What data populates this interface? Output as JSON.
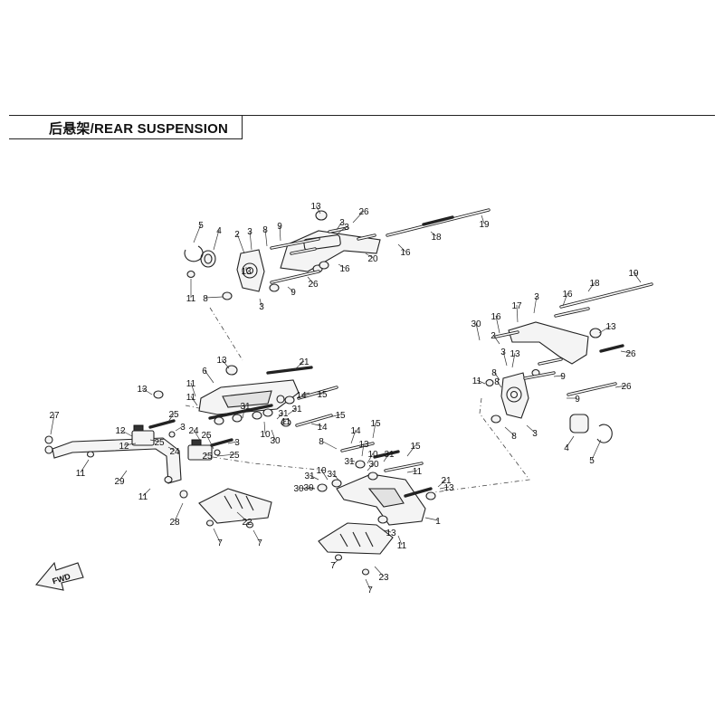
{
  "header": {
    "title": "后悬架/REAR SUSPENSION"
  },
  "fwd_label": "FWD",
  "callouts": [
    "5",
    "4",
    "2",
    "3",
    "8",
    "9",
    "13",
    "26",
    "3",
    "19",
    "18",
    "16",
    "16",
    "20",
    "3",
    "13",
    "9",
    "26",
    "11",
    "8",
    "3",
    "21",
    "6",
    "13",
    "13",
    "11",
    "11",
    "31",
    "14",
    "15",
    "31",
    "10",
    "30",
    "31",
    "11",
    "14",
    "15",
    "27",
    "12",
    "3",
    "25",
    "24",
    "25",
    "12",
    "24",
    "25",
    "25",
    "3",
    "25",
    "29",
    "11",
    "11",
    "28",
    "22",
    "7",
    "7",
    "14",
    "15",
    "8",
    "31",
    "13",
    "30",
    "10",
    "31",
    "15",
    "11",
    "10",
    "30",
    "31",
    "21",
    "13",
    "1",
    "31",
    "30",
    "11",
    "13",
    "23",
    "7",
    "7",
    "19",
    "18",
    "16",
    "17",
    "3",
    "30",
    "16",
    "13",
    "26",
    "2",
    "13",
    "3",
    "8",
    "9",
    "11",
    "8",
    "9",
    "26",
    "8",
    "3",
    "4",
    "5"
  ]
}
